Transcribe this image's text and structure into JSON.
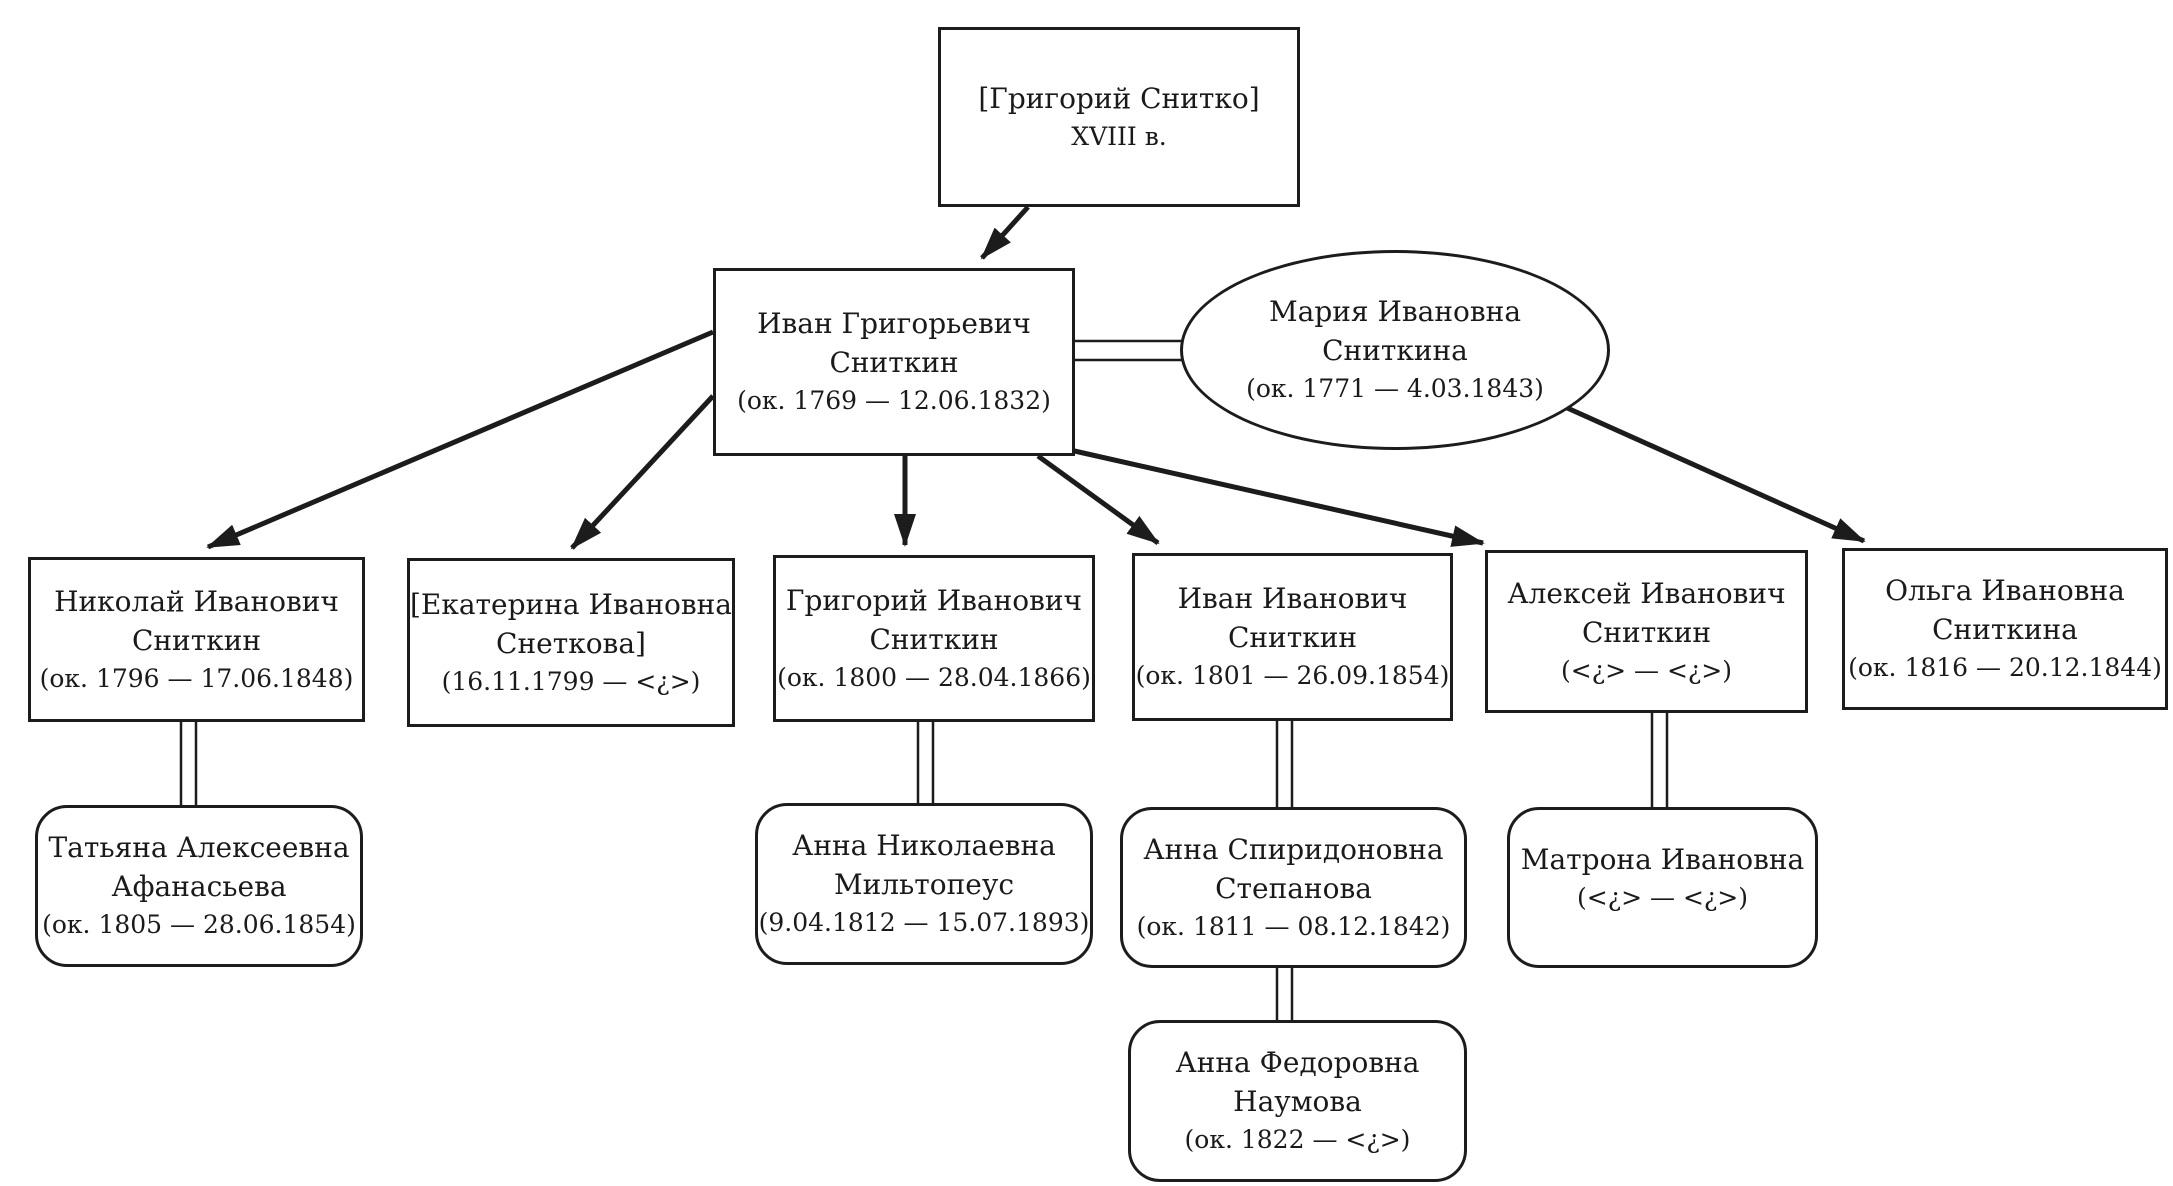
{
  "diagram": {
    "type": "family-tree",
    "colors": {
      "background": "#ffffff",
      "line": "#1c1c1c",
      "box_border": "#1c1c1c",
      "text": "#1a1a1a"
    },
    "people": [
      {
        "id": "grigory-snitko",
        "shape": "rect",
        "name_lines": [
          "[Григорий Снитко]"
        ],
        "dates": "XVIII в."
      },
      {
        "id": "ivan-grigorievich-snitkin",
        "shape": "rect",
        "name_lines": [
          "Иван Григорьевич",
          "Сниткин"
        ],
        "dates": "(ок. 1769 — 12.06.1832)"
      },
      {
        "id": "maria-ivanovna-snitkina",
        "shape": "ellipse",
        "name_lines": [
          "Мария Ивановна",
          "Сниткина"
        ],
        "dates": "(ок. 1771 — 4.03.1843)"
      },
      {
        "id": "nikolai-ivanovich-snitkin",
        "shape": "rect",
        "name_lines": [
          "Николай Иванович",
          "Сниткин"
        ],
        "dates": "(ок. 1796 — 17.06.1848)"
      },
      {
        "id": "ekaterina-ivanovna-snetkova",
        "shape": "rect",
        "name_lines": [
          "[Екатерина Ивановна",
          "Снеткова]"
        ],
        "dates": "(16.11.1799 — <¿>)"
      },
      {
        "id": "grigory-ivanovich-snitkin",
        "shape": "rect",
        "name_lines": [
          "Григорий Иванович",
          "Сниткин"
        ],
        "dates": "(ок. 1800 — 28.04.1866)"
      },
      {
        "id": "ivan-ivanovich-snitkin",
        "shape": "rect",
        "name_lines": [
          "Иван Иванович",
          "Сниткин"
        ],
        "dates": "(ок. 1801 — 26.09.1854)"
      },
      {
        "id": "aleksey-ivanovich-snitkin",
        "shape": "rect",
        "name_lines": [
          "Алексей Иванович",
          "Сниткин"
        ],
        "dates": "(<¿> — <¿>)"
      },
      {
        "id": "olga-ivanovna-snitkina",
        "shape": "rect",
        "name_lines": [
          "Ольга Ивановна",
          "Сниткина"
        ],
        "dates": "(ок. 1816 — 20.12.1844)"
      },
      {
        "id": "tatiana-alekseevna-afanasyeva",
        "shape": "rounded",
        "name_lines": [
          "Татьяна Алексеевна",
          "Афанасьева"
        ],
        "dates": "(ок. 1805 — 28.06.1854)"
      },
      {
        "id": "anna-nikolaevna-miltopeus",
        "shape": "rounded",
        "name_lines": [
          "Анна Николаевна",
          "Мильтопеус"
        ],
        "dates": "(9.04.1812 — 15.07.1893)"
      },
      {
        "id": "anna-spiridonovna-stepanova",
        "shape": "rounded",
        "name_lines": [
          "Анна Спиридоновна",
          "Степанова"
        ],
        "dates": "(ок. 1811 — 08.12.1842)"
      },
      {
        "id": "matrona-ivanovna",
        "shape": "rounded",
        "name_lines": [
          "Матрона Ивановна"
        ],
        "dates": "(<¿> — <¿>)"
      },
      {
        "id": "anna-fedorovna-naumova",
        "shape": "rounded",
        "name_lines": [
          "Анна Федоровна",
          "Наумова"
        ],
        "dates": "(ок. 1822 — <¿>)"
      }
    ]
  }
}
